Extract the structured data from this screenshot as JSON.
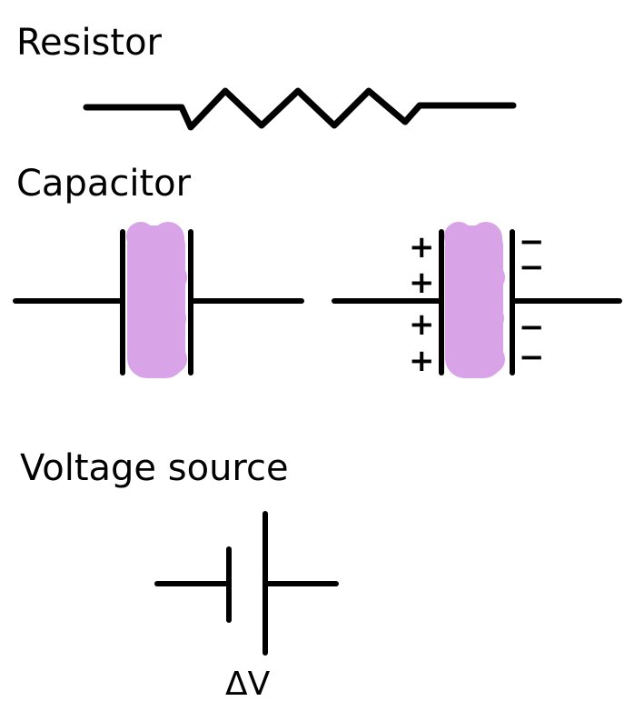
{
  "resistor": {
    "label": "Resistor"
  },
  "capacitor": {
    "label": "Capacitor",
    "plus_signs": [
      "+",
      "+",
      "+",
      "+"
    ],
    "minus_signs": [
      "−",
      "−",
      "−",
      "−"
    ]
  },
  "voltage_source": {
    "label": "Voltage source",
    "delta_v": "ΔV"
  },
  "colors": {
    "ink": "#000000",
    "dielectric": "#d9a3e8"
  }
}
